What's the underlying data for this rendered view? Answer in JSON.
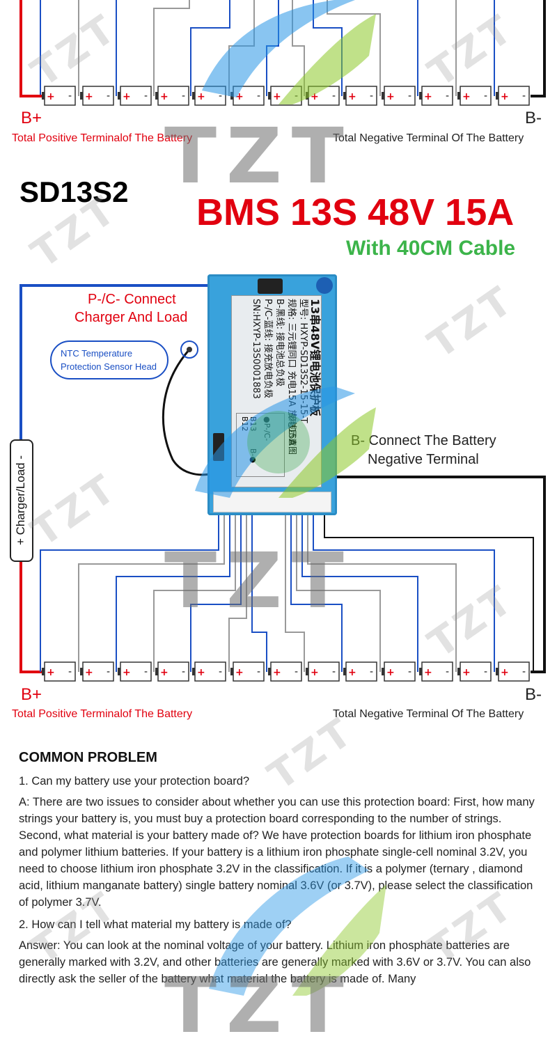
{
  "header": {
    "model": "SD13S2",
    "title": "BMS 13S 48V 15A",
    "cable": "With 40CM Cable"
  },
  "top_diagram": {
    "bplus": "B+",
    "bminus": "B-",
    "pos_terminal": "Total Positive Terminalof The Battery",
    "neg_terminal": "Total Negative Terminal Of The Battery"
  },
  "main_diagram": {
    "pc_label_1": "P-/C- Connect",
    "pc_label_2": "Charger And Load",
    "ntc_1": "NTC Temperature",
    "ntc_2": "Protection Sensor Head",
    "b_label_1": "B- Connect The Battery",
    "b_label_2": "Negative Terminal",
    "charger_pill": "+   Charger/Load   -",
    "bplus": "B+",
    "bminus": "B-",
    "pos_terminal": "Total Positive Terminalof The Battery",
    "neg_terminal": "Total Negative Terminal Of The Battery"
  },
  "board": {
    "lines": [
      "13串48V锂电池保护板",
      "型号: HXYP-SD13S2-15-15-T",
      "规格: 三元锂同口 充电15A 放电15A",
      "B-黑线: 接电池总负极",
      "P-/C-蓝线: 接充放电负极",
      "SN:HXYP-13S0001883"
    ],
    "p_c": "●P-/C-",
    "b_minus": "B-●",
    "wiring": "接线示意图",
    "b13": "B13",
    "b12": "B12"
  },
  "watermark": "TZT",
  "faq": {
    "heading": "COMMON PROBLEM",
    "q1": "1. Can my battery use your protection board?",
    "a1": "A: There are two issues to consider about whether you can use this protection board: First, how many strings your battery is, you must buy a protection board corresponding to the number of strings. Second, what material is your battery made of? We have protection boards for lithium iron phosphate and polymer lithium batteries. If your battery is a lithium iron phosphate single-cell nominal 3.2V, you need to choose lithium iron phosphate 3.2V in the classification. If it is a polymer (ternary , diamond acid, lithium manganate battery) single battery nominal 3.6V (or 3.7V), please select the classification of polymer 3.7V.",
    "q2": "2. How can I tell what material my battery is made of?",
    "a2": "Answer: You can look at the nominal voltage of your battery. Lithium iron phosphate batteries are generally marked with 3.2V, and other batteries are generally marked with 3.6V or 3.7V. You can also directly ask the seller of the battery what material the battery is made of. Many"
  },
  "cell_symbols": {
    "plus": "+",
    "minus": "-"
  },
  "colors": {
    "red": "#e1000f",
    "blue": "#1a4fc4",
    "green": "#3cb44a",
    "board": "#39a2dc"
  }
}
